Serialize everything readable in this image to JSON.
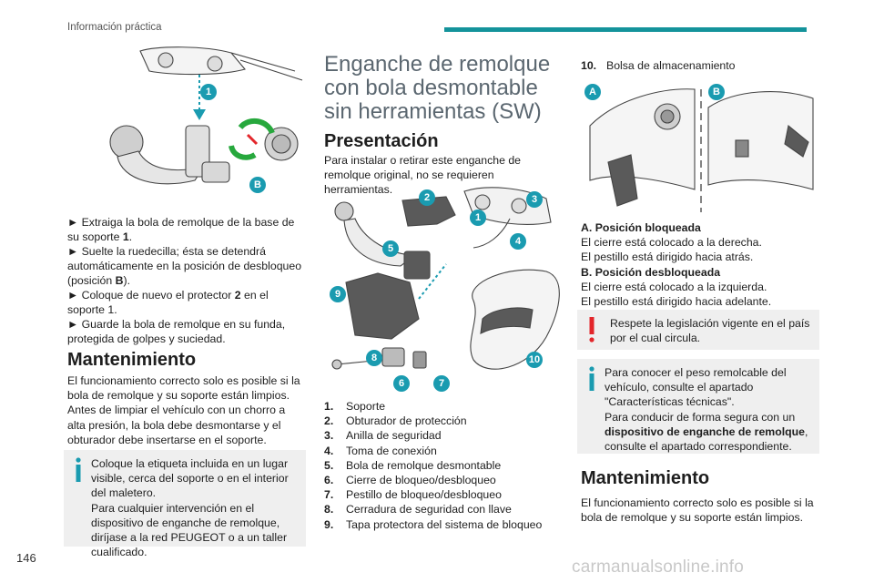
{
  "header": {
    "title": "Información práctica"
  },
  "page_number": "146",
  "watermark": "carmanualsonline.info",
  "col1": {
    "fig_labels": [
      "1",
      "B"
    ],
    "steps": [
      {
        "pre": "► Extraiga la bola de remolque de la base de su soporte ",
        "bold": "1",
        "post": "."
      },
      {
        "pre": "► Suelte la ruedecilla; ésta se detendrá automáticamente en la posición de desbloqueo (posición ",
        "bold": "B",
        "post": ")."
      },
      {
        "pre": "► Coloque de nuevo el protector ",
        "bold": "2",
        "post": " en el soporte 1."
      },
      {
        "pre": "► Guarde la bola de remolque en su funda, protegida de golpes y suciedad.",
        "bold": "",
        "post": ""
      }
    ],
    "mant_heading": "Mantenimiento",
    "mant_text": "El funcionamiento correcto solo es posible si la bola de remolque y su soporte están limpios. Antes de limpiar el vehículo con un chorro a alta presión, la bola debe desmontarse y el obturador debe insertarse en el soporte.",
    "note_lines": [
      "Coloque la etiqueta incluida en un lugar visible, cerca del soporte o en el interior del maletero.",
      "Para cualquier intervención en el dispositivo de enganche de remolque, diríjase a la red PEUGEOT o a un taller cualificado."
    ]
  },
  "col2": {
    "title": "Enganche de remolque con bola desmontable sin herramientas (SW)",
    "pres_heading": "Presentación",
    "pres_text": "Para instalar o retirar este enganche de remolque original, no se requieren herramientas.",
    "fig_labels": [
      "1",
      "2",
      "3",
      "4",
      "5",
      "6",
      "7",
      "8",
      "9",
      "10"
    ],
    "legend": [
      {
        "num": "1.",
        "text": "Soporte"
      },
      {
        "num": "2.",
        "text": "Obturador de protección"
      },
      {
        "num": "3.",
        "text": "Anilla de seguridad"
      },
      {
        "num": "4.",
        "text": "Toma de conexión"
      },
      {
        "num": "5.",
        "text": "Bola de remolque desmontable"
      },
      {
        "num": "6.",
        "text": "Cierre de bloqueo/desbloqueo"
      },
      {
        "num": "7.",
        "text": "Pestillo de bloqueo/desbloqueo"
      },
      {
        "num": "8.",
        "text": "Cerradura de seguridad con llave"
      },
      {
        "num": "9.",
        "text": "Tapa protectora del sistema de bloqueo"
      }
    ]
  },
  "col3": {
    "item10_num": "10.",
    "item10_text": "Bolsa de almacenamiento",
    "fig_labels": [
      "A",
      "B"
    ],
    "pos_a_title": "A. Posición bloqueada",
    "pos_a_line1": "El cierre está colocado a la derecha.",
    "pos_a_line2": "El pestillo está dirigido hacia atrás.",
    "pos_b_title": "B. Posición desbloqueada",
    "pos_b_line1": "El cierre está colocado a la izquierda.",
    "pos_b_line2": "El pestillo está dirigido hacia adelante.",
    "warn_text": "Respete la legislación vigente en el país por el cual circula.",
    "info_pre": "Para conocer el peso remolcable del vehículo, consulte el apartado \"Características técnicas\".",
    "info_mid_pre": "Para conducir de forma segura con un ",
    "info_mid_bold": "dispositivo de enganche de remolque",
    "info_mid_post": ", consulte el apartado correspondiente.",
    "mant_heading": "Mantenimiento",
    "mant_text": "El funcionamiento correcto solo es posible si la bola de remolque y su soporte están limpios."
  },
  "colors": {
    "accent": "#14939b",
    "badge": "#1a9bb0",
    "warn": "#e3262b",
    "info": "#1a9bb0"
  }
}
